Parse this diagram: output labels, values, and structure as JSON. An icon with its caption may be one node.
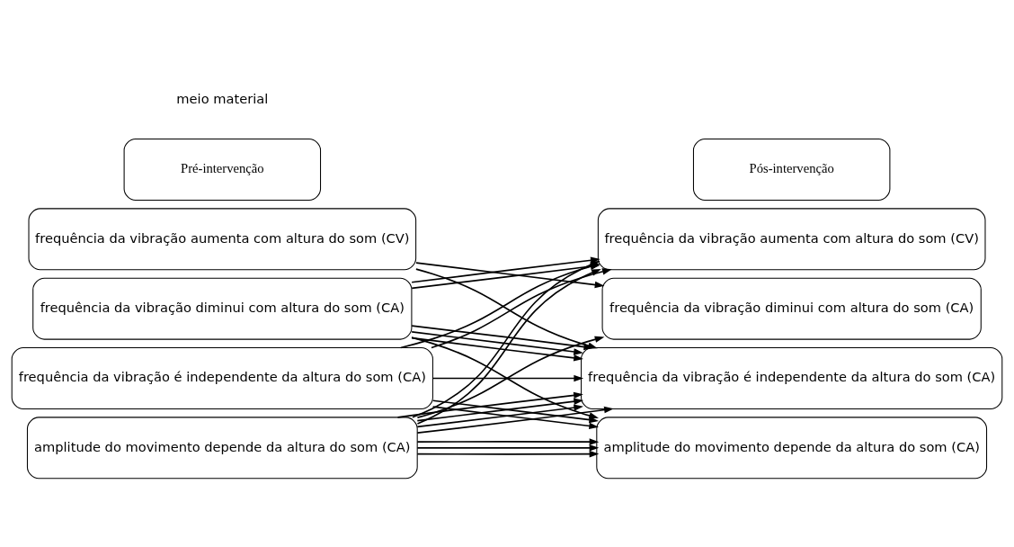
{
  "diagram": {
    "nodes": [
      {
        "text": [
          "Pré-intervenção"
        ]
      },
      {
        "text": [
          "Pós-intervenção"
        ]
      },
      {
        "text": [
          "frequência da vibração aumenta com altura do som (CV)"
        ]
      },
      {
        "text": [
          "frequência da vibração diminui com altura do som (CA)"
        ]
      },
      {
        "text": [
          "frequência da vibração é independente da altura do som (CA)"
        ]
      },
      {
        "text": [
          "amplitude do movimento depende da altura do som (CA)"
        ]
      },
      {
        "text": [
          "frequência da vibração aumenta com altura do som (CV)"
        ]
      },
      {
        "text": [
          "frequência da vibração diminui com altura do som (CA)"
        ]
      },
      {
        "text": [
          "frequência da vibração é independente da altura do som (CA)"
        ]
      },
      {
        "text": [
          "amplitude do movimento depende da altura do som (CA)"
        ]
      }
    ],
    "edges": [
      {
        "from": 2,
        "to": 7,
        "arrow": "to"
      },
      {
        "from": 2,
        "to": 8,
        "arrow": "to"
      },
      {
        "from": 3,
        "to": 6,
        "arrow": "to"
      },
      {
        "from": 3,
        "to": 6,
        "arrow": "to"
      },
      {
        "from": 3,
        "to": 8,
        "arrow": "to"
      },
      {
        "from": 3,
        "to": 8,
        "arrow": "to"
      },
      {
        "from": 3,
        "to": 8,
        "arrow": "to"
      },
      {
        "from": 3,
        "to": 9,
        "arrow": "to"
      },
      {
        "from": 4,
        "to": 6,
        "arrow": "to"
      },
      {
        "from": 4,
        "to": 6,
        "arrow": "to"
      },
      {
        "from": 4,
        "to": 8,
        "arrow": "to"
      },
      {
        "from": 4,
        "to": 9,
        "arrow": "to"
      },
      {
        "from": 4,
        "to": 9,
        "arrow": "to"
      },
      {
        "from": 5,
        "to": 6,
        "arrow": "to"
      },
      {
        "from": 5,
        "to": 6,
        "arrow": "to"
      },
      {
        "from": 5,
        "to": 7,
        "arrow": "to"
      },
      {
        "from": 5,
        "to": 8,
        "arrow": "to"
      },
      {
        "from": 5,
        "to": 8,
        "arrow": "to"
      },
      {
        "from": 5,
        "to": 8,
        "arrow": "to"
      },
      {
        "from": 5,
        "to": 8,
        "arrow": "to"
      },
      {
        "from": 5,
        "to": 9,
        "arrow": "to"
      },
      {
        "from": 5,
        "to": 9,
        "arrow": "to"
      },
      {
        "from": 5,
        "to": 9,
        "arrow": "to"
      }
    ],
    "labels": [
      "meio material"
    ]
  }
}
